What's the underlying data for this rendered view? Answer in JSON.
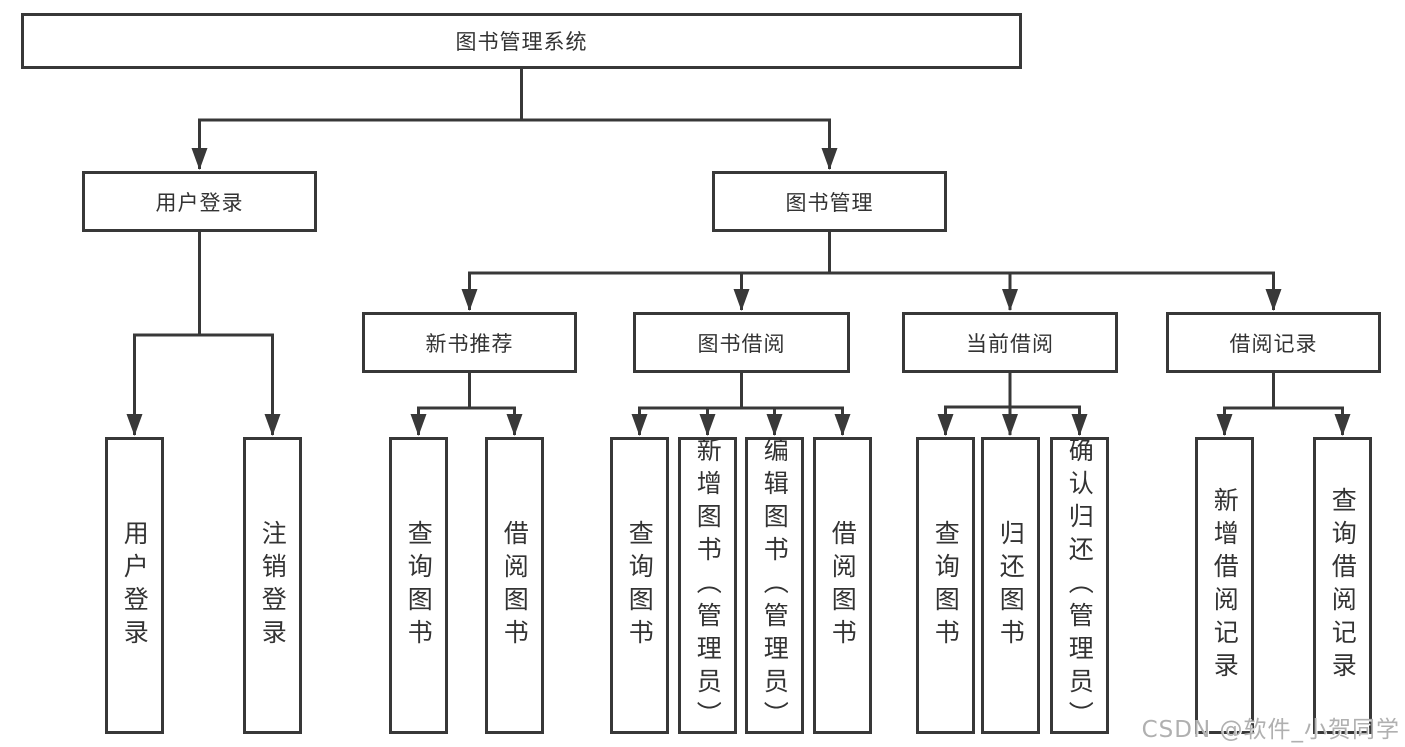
{
  "diagram": {
    "nodes": {
      "root": "图书管理系统",
      "user_login_group": "用户登录",
      "book_mgmt": "图书管理",
      "user_login": "用户登录",
      "logout_login": "注销登录",
      "new_book_rec": "新书推荐",
      "book_borrow": "图书借阅",
      "current_borrow": "当前借阅",
      "borrow_records": "借阅记录",
      "nbr_query_books": "查询图书",
      "nbr_borrow_books": "借阅图书",
      "bb_query_books": "查询图书",
      "bb_add_books": "新增图书（管理员）",
      "bb_edit_books": "编辑图书（管理员）",
      "bb_borrow_books": "借阅图书",
      "cb_query_books": "查询图书",
      "cb_return_books": "归还图书",
      "cb_confirm_return": "确认归还（管理员）",
      "br_add_record": "新增借阅记录",
      "br_query_record": "查询借阅记录"
    },
    "watermark": "CSDN @软件_小贺同学",
    "colors": {
      "line": "#383838",
      "box_border": "#383838",
      "box_background": "#ffffff",
      "text": "#333333",
      "watermark": "#b0b0b0"
    }
  }
}
